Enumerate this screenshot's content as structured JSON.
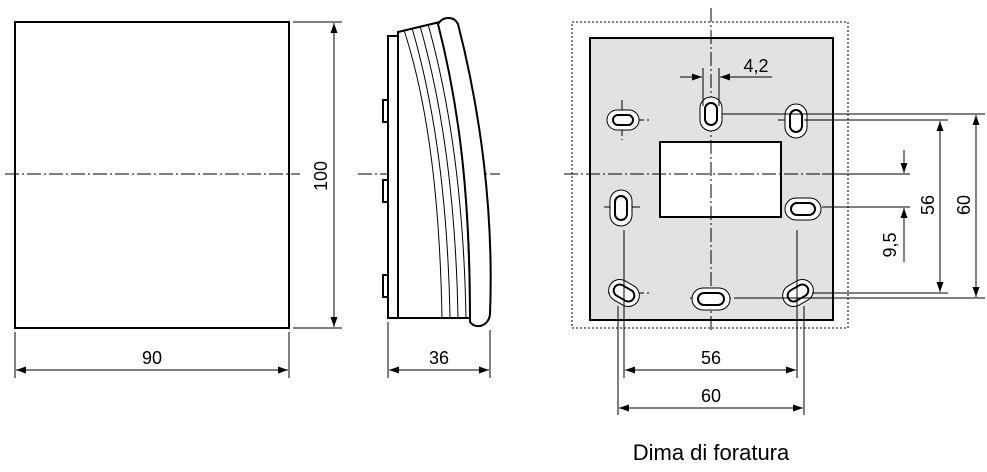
{
  "front_view": {
    "width_label": "90",
    "height_label": "100"
  },
  "side_view": {
    "depth_label": "36"
  },
  "template_view": {
    "caption": "Dima di foratura",
    "dim_slot_width": "4,2",
    "dim_vertical_56": "56",
    "dim_vertical_60": "60",
    "dim_offset": "9,5",
    "dim_horizontal_56": "56",
    "dim_horizontal_60": "60"
  },
  "colors": {
    "line": "#000000",
    "plate_fill": "#e2e2e2",
    "background": "#ffffff"
  }
}
